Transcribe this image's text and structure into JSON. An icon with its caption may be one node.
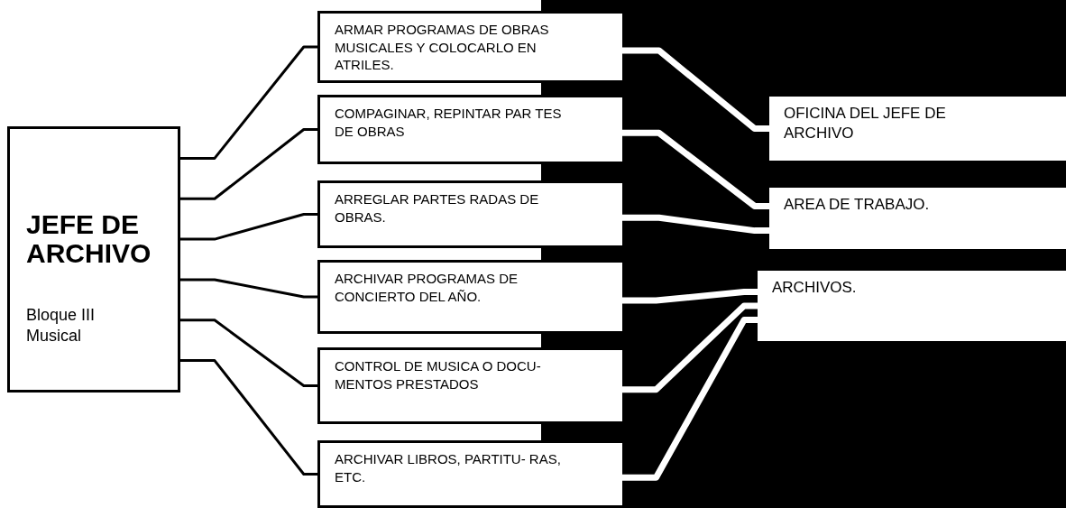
{
  "diagram": {
    "nodes": [
      {
        "text": [
          "JEFE DE ARCHIVO",
          "Bloque III Musical"
        ]
      },
      {
        "text": [
          "ARMAR PROGRAMAS DE OBRAS MUSICALES Y COLOCARLO EN ATRILES."
        ]
      },
      {
        "text": [
          "COMPAGINAR, REPINTAR PAR TES DE OBRAS"
        ]
      },
      {
        "text": [
          "ARREGLAR PARTES RADAS DE OBRAS."
        ]
      },
      {
        "text": [
          "ARCHIVAR PROGRAMAS DE CONCIERTO DEL AÑO."
        ]
      },
      {
        "text": [
          "CONTROL DE MUSICA O DOCU- MENTOS PRESTADOS"
        ]
      },
      {
        "text": [
          "ARCHIVAR LIBROS, PARTITU- RAS, ETC."
        ]
      },
      {
        "text": [
          "OFICINA DEL JEFE DE ARCHIVO"
        ]
      },
      {
        "text": [
          "AREA DE TRABAJO."
        ]
      },
      {
        "text": [
          "ARCHIVOS."
        ]
      }
    ],
    "edges": [
      {
        "from": 0,
        "to": 1,
        "arrow": "none"
      },
      {
        "from": 0,
        "to": 2,
        "arrow": "none"
      },
      {
        "from": 0,
        "to": 3,
        "arrow": "none"
      },
      {
        "from": 0,
        "to": 4,
        "arrow": "none"
      },
      {
        "from": 0,
        "to": 5,
        "arrow": "none"
      },
      {
        "from": 0,
        "to": 6,
        "arrow": "none"
      },
      {
        "from": 1,
        "to": 7,
        "arrow": "none",
        "style": "thick",
        "color": "#ffffff"
      },
      {
        "from": 2,
        "to": 8,
        "arrow": "none",
        "style": "thick",
        "color": "#ffffff"
      },
      {
        "from": 3,
        "to": 8,
        "arrow": "none",
        "style": "thick",
        "color": "#ffffff"
      },
      {
        "from": 4,
        "to": 9,
        "arrow": "none",
        "style": "thick",
        "color": "#ffffff"
      },
      {
        "from": 5,
        "to": 9,
        "arrow": "none",
        "style": "thick",
        "color": "#ffffff"
      },
      {
        "from": 6,
        "to": 9,
        "arrow": "none",
        "style": "thick",
        "color": "#ffffff"
      }
    ]
  }
}
